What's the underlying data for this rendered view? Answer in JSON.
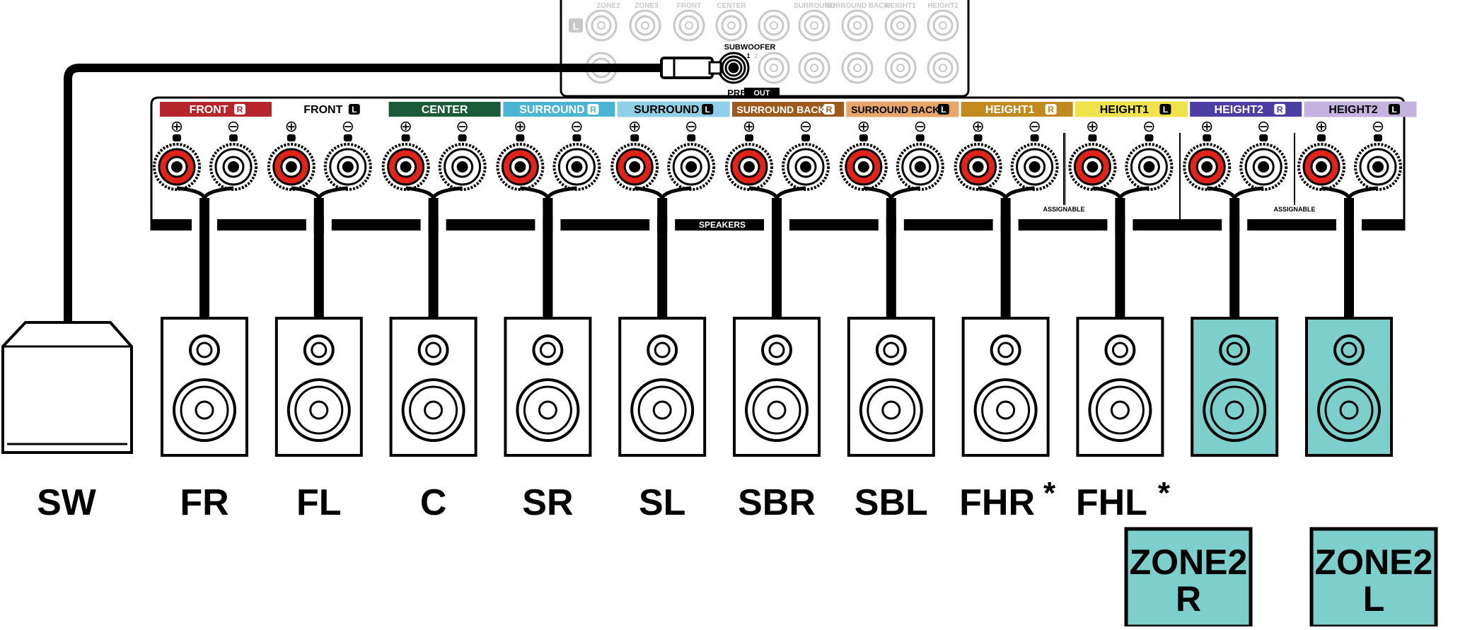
{
  "colors": {
    "line": "#000000",
    "positive_terminal": "#e2231a",
    "zone_fill": "#7dcfcb",
    "panel_bg": "#ffffff",
    "preout_ghost": "#c8c8c8"
  },
  "pre_out": {
    "ghost_labels": [
      "ZONE2",
      "ZONE3",
      "FRONT",
      "CENTER",
      "SURROUND",
      "SURROUND BACK",
      "HEIGHT1",
      "HEIGHT2"
    ],
    "side_badge": "L",
    "subwoofer_label": "SUBWOOFER",
    "sub_numbers": [
      "1",
      "2"
    ],
    "pre_label": "PRE",
    "out_label": "OUT"
  },
  "panel": {
    "speakers_label": "SPEAKERS",
    "assignable_label": "ASSIGNABLE",
    "plus_symbol": "⊕",
    "minus_symbol": "⊖",
    "channels": [
      {
        "name": "FRONT",
        "side": "R",
        "color": "#b5252b",
        "text_color": "#ffffff",
        "inverted": true
      },
      {
        "name": "FRONT",
        "side": "L",
        "color": "#ffffff",
        "text_color": "#000000",
        "inverted": false
      },
      {
        "name": "CENTER",
        "side": "",
        "color": "#1b5b3a",
        "text_color": "#ffffff",
        "inverted": true
      },
      {
        "name": "SURROUND",
        "side": "R",
        "color": "#4bb4d3",
        "text_color": "#ffffff",
        "inverted": true
      },
      {
        "name": "SURROUND",
        "side": "L",
        "color": "#8fd0e8",
        "text_color": "#000000",
        "inverted": false
      },
      {
        "name": "SURROUND BACK",
        "side": "R",
        "color": "#9c5a1e",
        "text_color": "#ffffff",
        "inverted": true
      },
      {
        "name": "SURROUND BACK",
        "side": "L",
        "color": "#e6a56a",
        "text_color": "#000000",
        "inverted": false
      },
      {
        "name": "HEIGHT1",
        "side": "R",
        "color": "#c08a1e",
        "text_color": "#ffffff",
        "inverted": true
      },
      {
        "name": "HEIGHT1",
        "side": "L",
        "color": "#f0e24a",
        "text_color": "#000000",
        "inverted": false
      },
      {
        "name": "HEIGHT2",
        "side": "R",
        "color": "#4b3fa3",
        "text_color": "#ffffff",
        "inverted": true
      },
      {
        "name": "HEIGHT2",
        "side": "L",
        "color": "#c4b3de",
        "text_color": "#000000",
        "inverted": false
      }
    ]
  },
  "speakers": [
    {
      "label": "FR",
      "asterisk": false,
      "zone": false
    },
    {
      "label": "FL",
      "asterisk": false,
      "zone": false
    },
    {
      "label": "C",
      "asterisk": false,
      "zone": false
    },
    {
      "label": "SR",
      "asterisk": false,
      "zone": false
    },
    {
      "label": "SL",
      "asterisk": false,
      "zone": false
    },
    {
      "label": "SBR",
      "asterisk": false,
      "zone": false
    },
    {
      "label": "SBL",
      "asterisk": false,
      "zone": false
    },
    {
      "label": "FHR",
      "asterisk": true,
      "zone": false
    },
    {
      "label": "FHL",
      "asterisk": true,
      "zone": false
    },
    {
      "label": "",
      "asterisk": false,
      "zone": true
    },
    {
      "label": "",
      "asterisk": false,
      "zone": true
    }
  ],
  "subwoofer": {
    "label": "SW"
  },
  "asterisk_symbol": "*",
  "zones": [
    {
      "line1": "ZONE2",
      "line2": "R"
    },
    {
      "line1": "ZONE2",
      "line2": "L"
    }
  ]
}
